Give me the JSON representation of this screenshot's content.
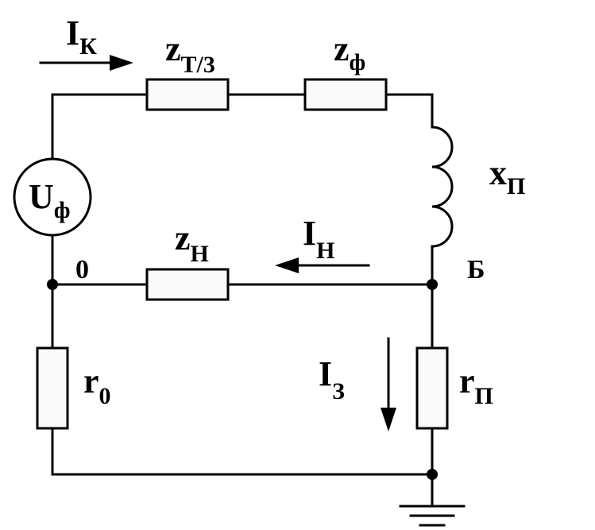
{
  "labels": {
    "source": {
      "main": "U",
      "sub": "ф"
    },
    "z_t3": {
      "main": "z",
      "sub": "Т/3"
    },
    "z_ph": {
      "main": "z",
      "sub": "ф"
    },
    "x_p": {
      "main": "x",
      "sub": "П"
    },
    "z_n": {
      "main": "z",
      "sub": "Н"
    },
    "r_0": {
      "main": "r",
      "sub": "0"
    },
    "r_p": {
      "main": "r",
      "sub": "П"
    },
    "i_k": {
      "main": "I",
      "sub": "К"
    },
    "i_n": {
      "main": "I",
      "sub": "Н"
    },
    "i_z": {
      "main": "I",
      "sub": "З"
    },
    "node_zero": "0",
    "node_b": "Б"
  }
}
